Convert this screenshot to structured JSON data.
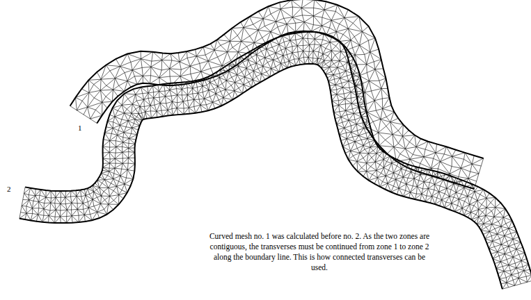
{
  "diagram": {
    "caption": "Curved mesh no. 1 was calculated before no. 2. As the two zones are contiguous, the transverses must be continued from zone 1 to zone 2 along the boundary line. This is how connected transverses can be used.",
    "labels": [
      "1",
      "2"
    ]
  }
}
